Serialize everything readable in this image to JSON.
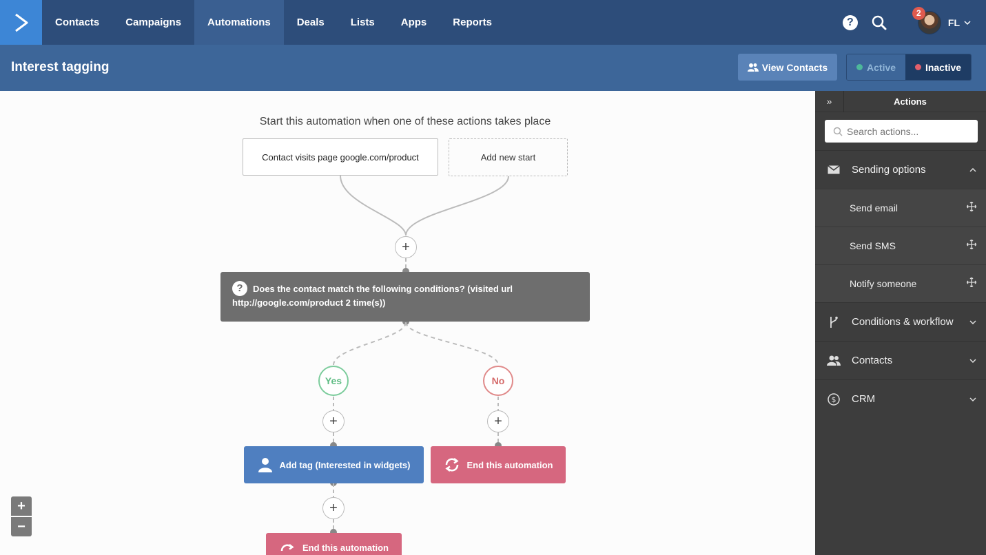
{
  "nav": {
    "items": [
      {
        "label": "Contacts",
        "active": false
      },
      {
        "label": "Campaigns",
        "active": false
      },
      {
        "label": "Automations",
        "active": true
      },
      {
        "label": "Deals",
        "active": false
      },
      {
        "label": "Lists",
        "active": false
      },
      {
        "label": "Apps",
        "active": false
      },
      {
        "label": "Reports",
        "active": false
      }
    ],
    "help_label": "?",
    "notification_count": "2",
    "user_initials": "FL",
    "user_chevron": "⌄"
  },
  "header": {
    "title": "Interest tagging",
    "view_contacts_label": "View Contacts",
    "status": {
      "active_label": "Active",
      "inactive_label": "Inactive",
      "active_color": "#4db89a",
      "inactive_color": "#e25f6b",
      "selected": "Inactive"
    }
  },
  "workflow": {
    "start_caption": "Start this automation when one of these actions takes place",
    "trigger_label": "Contact visits page google.com/product",
    "add_start_label": "Add new start",
    "add_step_symbol": "+",
    "condition_icon": "?",
    "condition_text": "Does the contact match the following conditions? (visited url http://google.com/product 2 time(s))",
    "yes_label": "Yes",
    "no_label": "No",
    "tag_action_label": "Add tag (Interested in widgets)",
    "end_label_no": "End this automation",
    "end_label_yes": "End this automation"
  },
  "zoom": {
    "in_label": "+",
    "out_label": "−"
  },
  "sidebar": {
    "collapse_icon": "»",
    "title": "Actions",
    "search_placeholder": "Search actions...",
    "categories": [
      {
        "label": "Sending options",
        "icon": "envelope-icon",
        "expanded": true
      },
      {
        "label": "Conditions & workflow",
        "icon": "branch-icon",
        "expanded": false
      },
      {
        "label": "Contacts",
        "icon": "contacts-icon",
        "expanded": false
      },
      {
        "label": "CRM",
        "icon": "dollar-icon",
        "expanded": false
      }
    ],
    "sending_items": [
      {
        "label": "Send email"
      },
      {
        "label": "Send SMS"
      },
      {
        "label": "Notify someone"
      }
    ]
  },
  "colors": {
    "nav_bg": "#2d4d7a",
    "subheader_bg": "#3d6699",
    "logo_bg": "#3d86d6",
    "condition_bg": "#6e6e6e",
    "tag_action_bg": "#4f7fc0",
    "end_action_bg": "#d6677f",
    "sidebar_bg": "#3d3d3d"
  }
}
